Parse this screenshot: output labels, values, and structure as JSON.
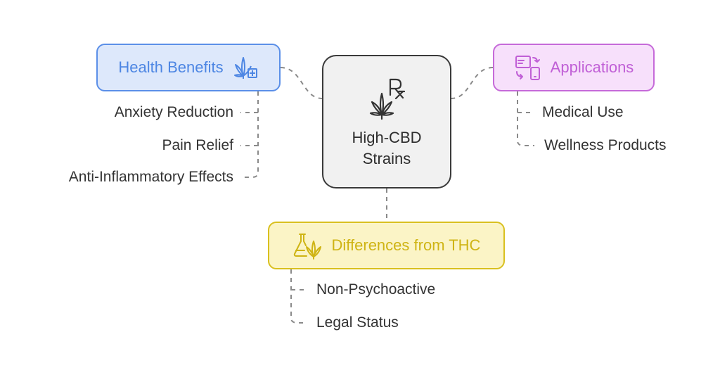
{
  "center": {
    "title_line1": "High-CBD",
    "title_line2": "Strains",
    "icon": "rx-cannabis-icon"
  },
  "branches": {
    "health": {
      "label": "Health Benefits",
      "icon": "cannabis-plus-icon",
      "color": "#5b8fe8",
      "items": [
        "Anxiety Reduction",
        "Pain Relief",
        "Anti-Inflammatory Effects"
      ]
    },
    "applications": {
      "label": "Applications",
      "icon": "devices-sync-icon",
      "color": "#c66ad9",
      "items": [
        "Medical Use",
        "Wellness Products"
      ]
    },
    "differences": {
      "label": "Differences from THC",
      "icon": "flask-cannabis-icon",
      "color": "#d9c01f",
      "items": [
        "Non-Psychoactive",
        "Legal Status"
      ]
    }
  }
}
